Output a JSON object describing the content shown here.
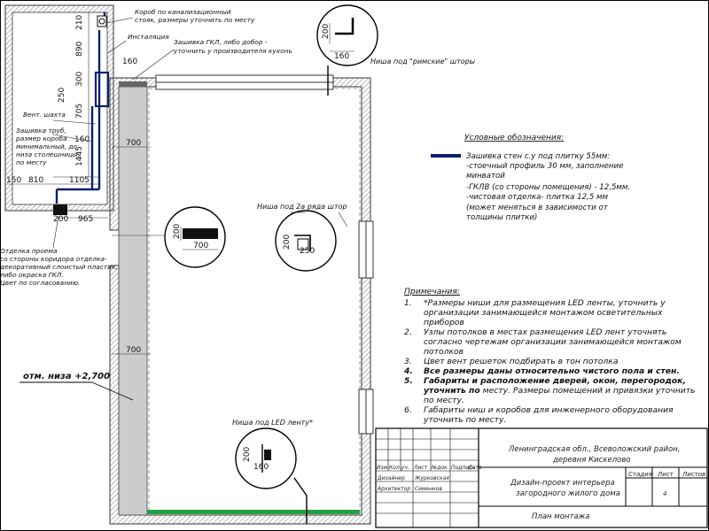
{
  "callouts": {
    "box": "Короб по канализационный стояк, размеры уточнить по месту",
    "installation": "Инсталяция",
    "gkl": "Зашивка ГКЛ, либо добор - уточнить у производителя кухонь",
    "vent": "Вент. шахта",
    "pipes": "Зашивка труб, размер короба минимальный, до низа столешницы, по месту",
    "corridor": "Отделка проема со стороны коридора отделка- декоративный слоистый пластик, либо окраска ГКЛ. Цвет по согласованию.",
    "roman_niche": "Ниша под \"римские\" шторы",
    "curtain_niche": "Ниша под 2а ряда штор",
    "led_niche": "Ниша под LED ленту*",
    "level": "отм. низа +2,700"
  },
  "dimensions": {
    "d210": "210",
    "d890": "890",
    "d300": "300",
    "d250": "250",
    "d705": "705",
    "d160a": "160",
    "d1445": "1445",
    "d150": "150",
    "d810": "810",
    "d1105": "1105",
    "d200": "200",
    "d965": "965",
    "d160b": "160",
    "d700a": "700",
    "d700b": "700",
    "d700c": "700",
    "d160c": "160"
  },
  "details": {
    "roman": {
      "v": "200",
      "h": "160"
    },
    "wall": {
      "v": "200",
      "h": "700"
    },
    "curtain": {
      "v": "200",
      "h": "250"
    },
    "led": {
      "v": "200",
      "h": "160"
    }
  },
  "legend": {
    "title": "Условные обозначения:",
    "color": "#0a1f6e",
    "lines": [
      "Зашивка стен с.у под плитку 55мм:",
      "-стоечный профиль 30 мм, заполнение",
      "минватой",
      "-ГКЛВ (со стороны помещения) - 12,5мм.",
      "-чистовая отделка- плитка 12,5 мм",
      "(может меняться в зависимости от",
      "толщины плитки)"
    ]
  },
  "notes": {
    "title": "Примечания:",
    "items": [
      {
        "num": "1.",
        "text": "*Размеры ниши для размещения LED ленты, уточнить у организации занимающейся монтажом осветительных приборов",
        "bold": false
      },
      {
        "num": "2.",
        "text": "Узлы потолков в местах размещения LED лент уточнять согласно чертежам организации занимающейся монтажом потолков",
        "bold": false
      },
      {
        "num": "3.",
        "text": "Цвет вент решеток подбирать в тон потолка",
        "bold": false
      },
      {
        "num": "4.",
        "text": "Все размеры даны относительно чистого пола и стен.",
        "bold": true
      },
      {
        "num": "5.",
        "text": "Габариты и расположение дверей, окон, перегородок, уточнить по",
        "bold": true,
        "tail": " месту. Размеры помещений и привязки уточнить по месту."
      },
      {
        "num": "6.",
        "text": "Габариты ниш и коробов для инженерного оборудования уточнить по месту.",
        "bold": false
      }
    ]
  },
  "title_block": {
    "location_line1": "Ленинградская обл., Всеволожский район,",
    "location_line2": "деревня Кискелово",
    "project_line1": "Дизайн-проект интерьера",
    "project_line2": "загородного жилого дома",
    "sheet_name": "План монтажа",
    "hdr_izm": "Изм.",
    "hdr_kol": "Кол.уч.",
    "hdr_list": "Лист",
    "hdr_doc": "№док.",
    "hdr_sign": "Подпись",
    "hdr_date": "Дата",
    "role1": "Дизайнер",
    "name1": "Журковская",
    "role2": "Архитектор",
    "name2": "Семенков",
    "stage_hdr": "Стадия",
    "sheet_hdr": "Лист",
    "sheets_hdr": "Листов",
    "sheet_num": "4"
  },
  "colors": {
    "wall_fill": "#cccccc",
    "led_green": "#22a045",
    "insulation": "#0a1f6e"
  }
}
